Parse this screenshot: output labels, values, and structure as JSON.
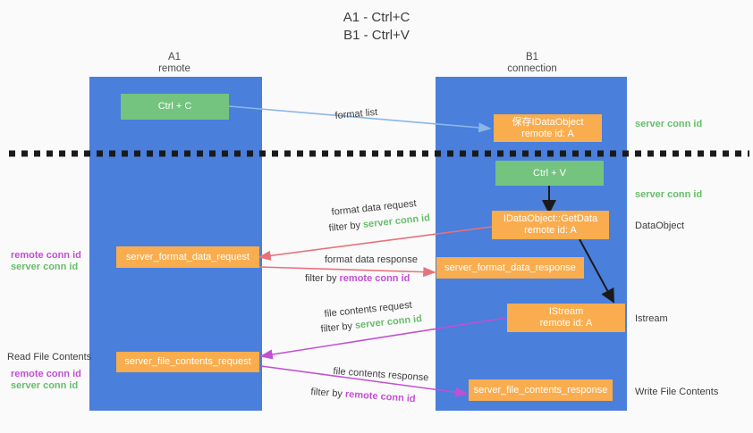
{
  "title": {
    "line1": "A1 - Ctrl+C",
    "line2": "B1 - Ctrl+V"
  },
  "colors": {
    "lane": "#4a7fdb",
    "green_node": "#74c47f",
    "orange_node": "#f9ad4f",
    "green_text": "#67bd6a",
    "purple_text": "#c24fd4",
    "blue_arrow": "#8ab6e8",
    "red_arrow": "#e8717a",
    "magenta_arrow": "#c24fd4",
    "black_arrow": "#1a1a1a",
    "background": "#fafafa"
  },
  "columns": [
    {
      "name": "A1",
      "sub": "remote"
    },
    {
      "name": "B1",
      "sub": "connection"
    }
  ],
  "nodes": {
    "ctrl_c": {
      "line1": "Ctrl + C",
      "line2": ""
    },
    "save_idataobject": {
      "line1": "保存IDataObject",
      "line2": "remote id: A"
    },
    "ctrl_v": {
      "line1": "Ctrl + V",
      "line2": ""
    },
    "idataobject_getdata": {
      "line1": "IDataObject::GetData",
      "line2": "remote id: A"
    },
    "server_format_data_request": {
      "line1": "server_format_data_request",
      "line2": ""
    },
    "server_format_data_response": {
      "line1": "server_format_data_response",
      "line2": ""
    },
    "istream": {
      "line1": "IStream",
      "line2": "remote id: A"
    },
    "server_file_contents_request": {
      "line1": "server_file_contents_request",
      "line2": ""
    },
    "server_file_contents_response": {
      "line1": "server_file_contents_response",
      "line2": ""
    }
  },
  "edge_labels": {
    "format_list": "format list",
    "format_data_request": "format data request",
    "format_data_request_filter_prefix": "filter by ",
    "format_data_request_filter_value": "server conn id",
    "format_data_response": "format data response",
    "format_data_response_filter_prefix": "filter by ",
    "format_data_response_filter_value": "remote conn id",
    "file_contents_request": "file contents request",
    "file_contents_request_filter_prefix": "filter by ",
    "file_contents_request_filter_value": "server conn id",
    "file_contents_response": "file contents response",
    "file_contents_response_filter_prefix": "filter by ",
    "file_contents_response_filter_value": "remote conn id"
  },
  "right_labels": {
    "server_conn_id_top": "server conn id",
    "server_conn_id_mid": "server conn id",
    "dataobject": "DataObject",
    "istream": "Istream",
    "write_file_contents": "Write File Contents"
  },
  "left_labels": {
    "remote_conn_id_1": "remote conn id",
    "server_conn_id_1": "server conn id",
    "read_file_contents": "Read File Contents",
    "remote_conn_id_2": "remote conn id",
    "server_conn_id_2": "server conn id"
  }
}
